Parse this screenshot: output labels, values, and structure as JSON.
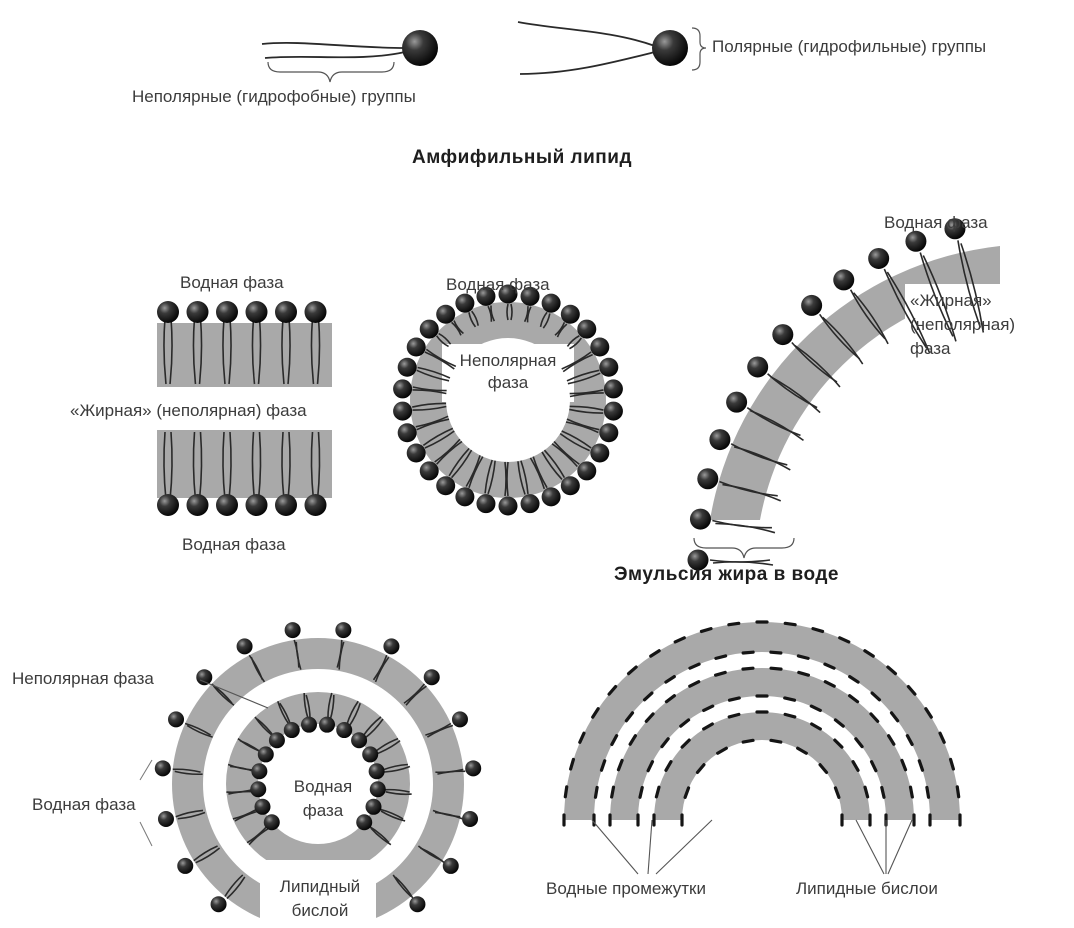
{
  "top": {
    "nonpolar_groups": "Неполярные (гидрофобные) группы",
    "polar_groups": "Полярные (гидрофильные) группы",
    "title": "Амфифильный липид"
  },
  "bilayer": {
    "top_phase": "Водная фаза",
    "middle_phase": "«Жирная» (неполярная) фаза",
    "bottom_phase": "Водная фаза"
  },
  "micelle": {
    "outer_phase": "Водная фаза",
    "inner_phase_l1": "Неполярная",
    "inner_phase_l2": "фаза"
  },
  "emulsion": {
    "outer_phase": "Водная фаза",
    "fat_phase_l1": "«Жирная»",
    "fat_phase_l2": "(неполярная)",
    "fat_phase_l3": "фаза",
    "title": "Эмульсия жира в воде"
  },
  "liposome": {
    "nonpolar_phase": "Неполярная фаза",
    "water_phase_outer": "Водная фаза",
    "water_phase_inner_l1": "Водная",
    "water_phase_inner_l2": "фаза",
    "bilayer_l1": "Липидный",
    "bilayer_l2": "бислой"
  },
  "lamellar": {
    "water_gaps": "Водные промежутки",
    "lipid_bilayers": "Липидные бислои"
  },
  "colors": {
    "gray_band": "#a9a9a9",
    "head": "#151515",
    "tail": "#2a2a2a"
  }
}
